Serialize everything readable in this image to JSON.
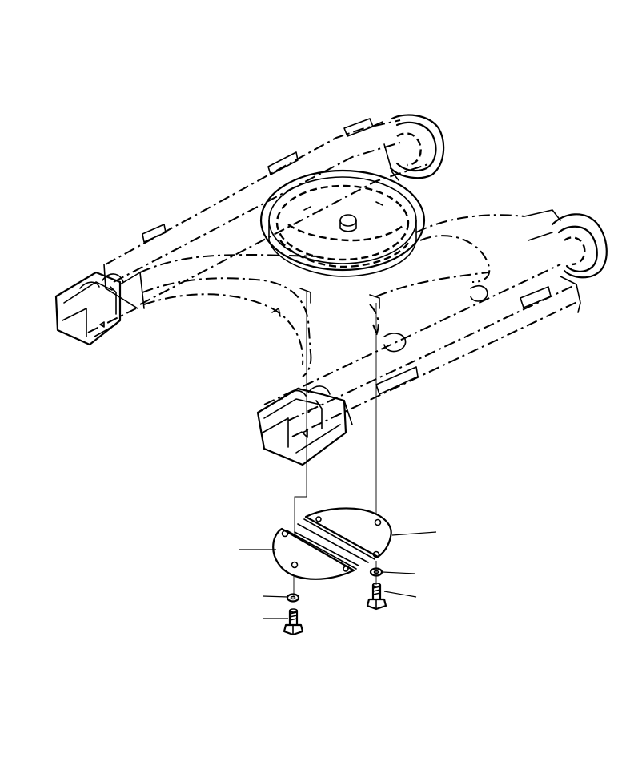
{
  "diagram": {
    "parts": [
      "frame",
      "swing-circle",
      "under-cover-left",
      "under-cover-right",
      "washer",
      "bolt"
    ]
  }
}
